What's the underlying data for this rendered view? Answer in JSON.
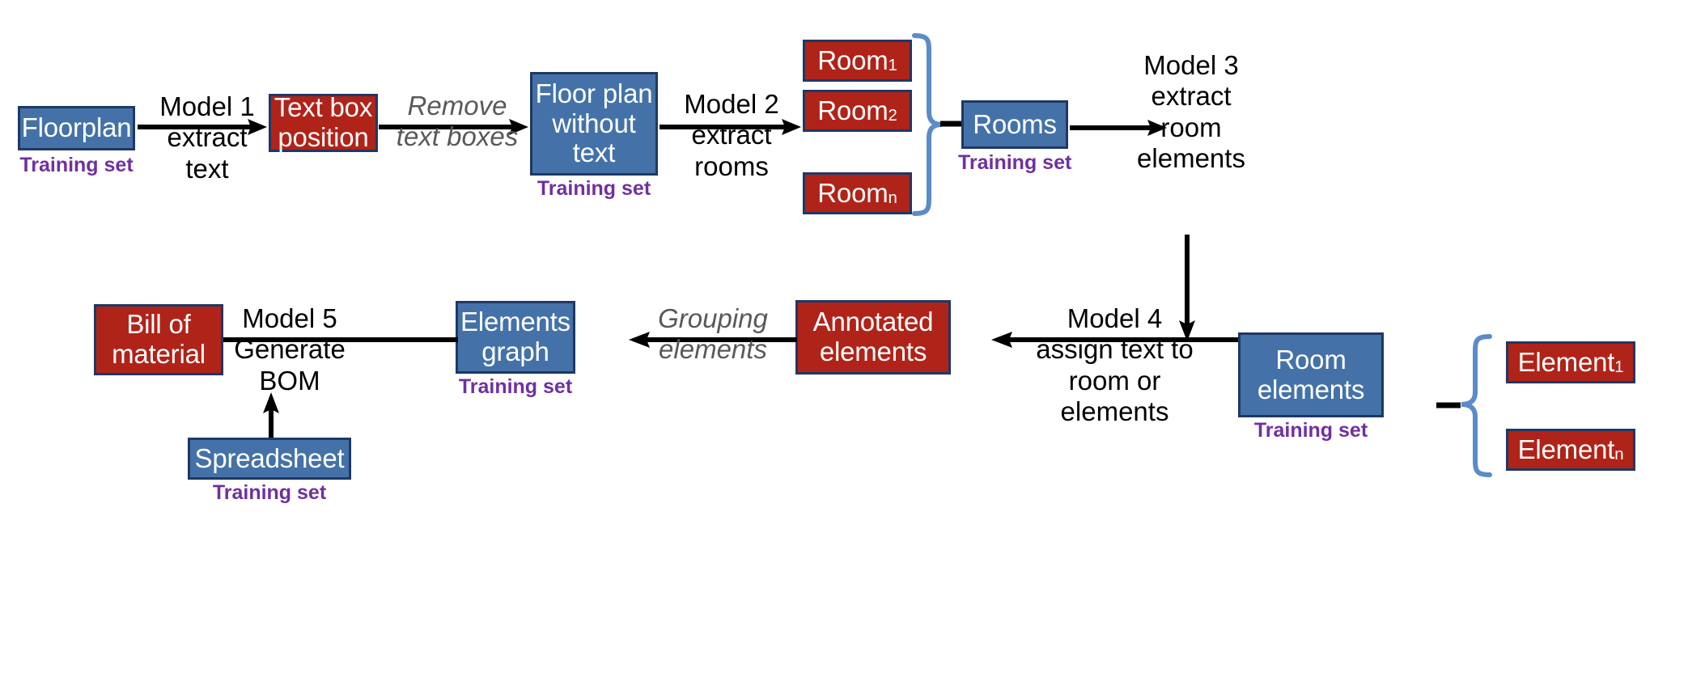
{
  "diagram": {
    "title": "Floorplan to Bill of Material model pipeline",
    "colors": {
      "blue_box": "#4472A8",
      "red_box": "#B02318",
      "box_border": "#1F3864",
      "caption_purple": "#7030A0",
      "brace_blue": "#5B8BC9",
      "italic_label_gray": "#595959",
      "arrow_black": "#000000",
      "background": "#FFFFFF"
    },
    "caption_text": "Training set",
    "nodes": {
      "floorplan": {
        "label": "Floorplan",
        "type": "blue",
        "caption": "Training set"
      },
      "text_box_position": {
        "label": "Text box\nposition",
        "type": "red",
        "caption": ""
      },
      "floor_plan_without_text": {
        "label": "Floor plan\nwithout\ntext",
        "type": "blue",
        "caption": "Training set"
      },
      "room_1": {
        "label": "Room",
        "sub": "1",
        "type": "red",
        "caption": ""
      },
      "room_2": {
        "label": "Room",
        "sub": "2",
        "type": "red",
        "caption": ""
      },
      "room_n": {
        "label": "Room",
        "sub": "n",
        "type": "red",
        "caption": ""
      },
      "rooms": {
        "label": "Rooms",
        "type": "blue",
        "caption": "Training set"
      },
      "element_1": {
        "label": "Element",
        "sub": "1",
        "type": "red",
        "caption": ""
      },
      "element_n": {
        "label": "Element",
        "sub": "n",
        "type": "red",
        "caption": ""
      },
      "room_elements": {
        "label": "Room\nelements",
        "type": "blue",
        "caption": "Training set"
      },
      "annotated_elements": {
        "label": "Annotated\nelements",
        "type": "red",
        "caption": ""
      },
      "elements_graph": {
        "label": "Elements\ngraph",
        "type": "blue",
        "caption": "Training set"
      },
      "bill_of_material": {
        "label": "Bill of\nmaterial",
        "type": "red",
        "caption": ""
      },
      "spreadsheet": {
        "label": "Spreadsheet",
        "type": "blue",
        "caption": "Training set"
      }
    },
    "edges": {
      "model_1": {
        "label": "Model 1\nextract\ntext",
        "style": "plain",
        "direction": "right"
      },
      "remove_text_boxes": {
        "label": "Remove\ntext boxes",
        "style": "italic",
        "direction": "right"
      },
      "model_2": {
        "label": "Model 2\nextract\nrooms",
        "style": "plain",
        "direction": "right"
      },
      "model_3": {
        "label": "Model 3\nextract\nroom\nelements",
        "style": "plain",
        "direction": "down"
      },
      "model_4": {
        "label": "Model 4\nassign text to\nroom or\nelements",
        "style": "plain",
        "direction": "left"
      },
      "grouping_elements": {
        "label": "Grouping\nelements",
        "style": "italic",
        "direction": "left"
      },
      "model_5": {
        "label": "Model 5\nGenerate\nBOM",
        "style": "plain",
        "direction": "left"
      },
      "spreadsheet_feed": {
        "label": "",
        "style": "plain",
        "direction": "up"
      }
    }
  }
}
